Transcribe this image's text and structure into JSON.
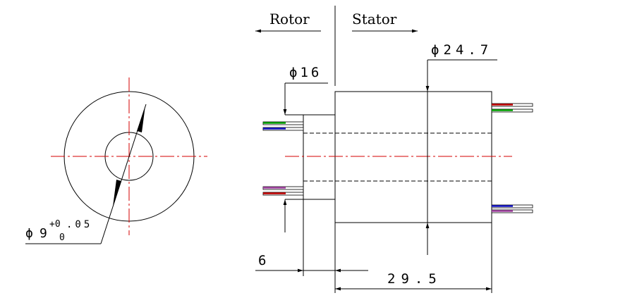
{
  "labels": {
    "rotor": "Rotor",
    "stator": "Stator"
  },
  "dimensions": {
    "inner_bore_symbol": "ϕ",
    "inner_bore": "9",
    "inner_bore_tol_upper": "+0",
    "inner_bore_tol_lower": "0",
    "inner_bore_tol_value": ".05",
    "rotor_diameter": "ϕ16",
    "stator_diameter": "ϕ24.7",
    "rotor_length": "6",
    "stator_length": "29.5"
  },
  "colors": {
    "outline": "#000000",
    "centerline": "#d40000",
    "wire_red": "#c00000",
    "wire_green": "#00a000",
    "wire_blue": "#1010c0",
    "wire_purple": "#a040a0"
  }
}
